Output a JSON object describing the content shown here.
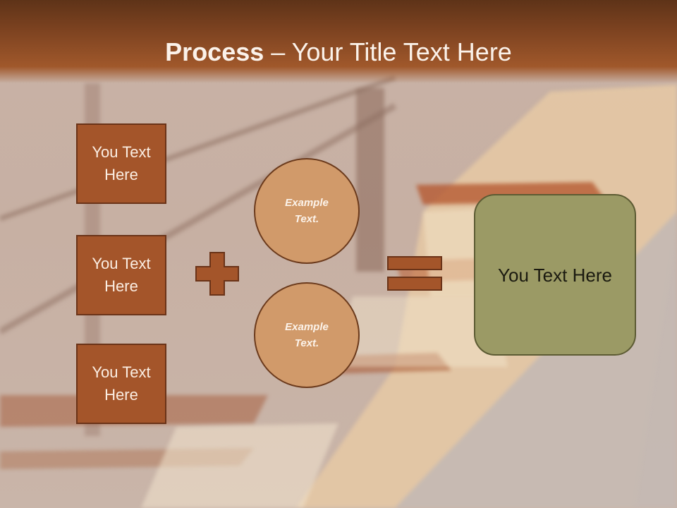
{
  "header": {
    "title_strong": "Process",
    "title_rest": " – Your Title Text Here"
  },
  "left_boxes": [
    {
      "text": "You Text Here"
    },
    {
      "text": "You Text Here"
    },
    {
      "text": "You Text Here"
    }
  ],
  "circles": [
    {
      "text": "Example Text."
    },
    {
      "text": "Example Text."
    }
  ],
  "result": {
    "text": "You Text Here"
  },
  "colors": {
    "header": "#7c4220",
    "box_fill": "#a4552a",
    "circle_fill": "#d19a6a",
    "result_fill": "#9b9a65"
  },
  "icons": {
    "plus": "plus-icon",
    "equals": "equals-icon"
  }
}
